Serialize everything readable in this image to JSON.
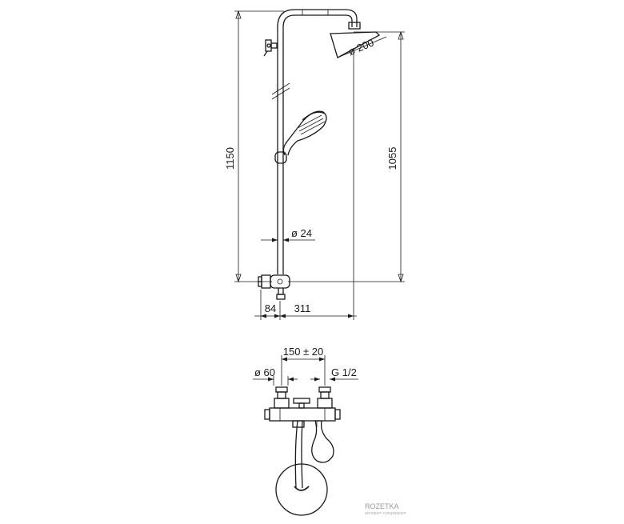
{
  "side_view": {
    "height_total": "1150",
    "height_head": "1055",
    "head_diameter": "ø 200",
    "rail_diameter": "ø 24",
    "wall_offset": "84",
    "head_reach": "311"
  },
  "bottom_view": {
    "center_distance": "150 ± 20",
    "flange_diameter": "ø 60",
    "thread": "G 1/2"
  },
  "watermark": {
    "text": "ROZETKA",
    "subtext": "интернет-супермаркет"
  }
}
